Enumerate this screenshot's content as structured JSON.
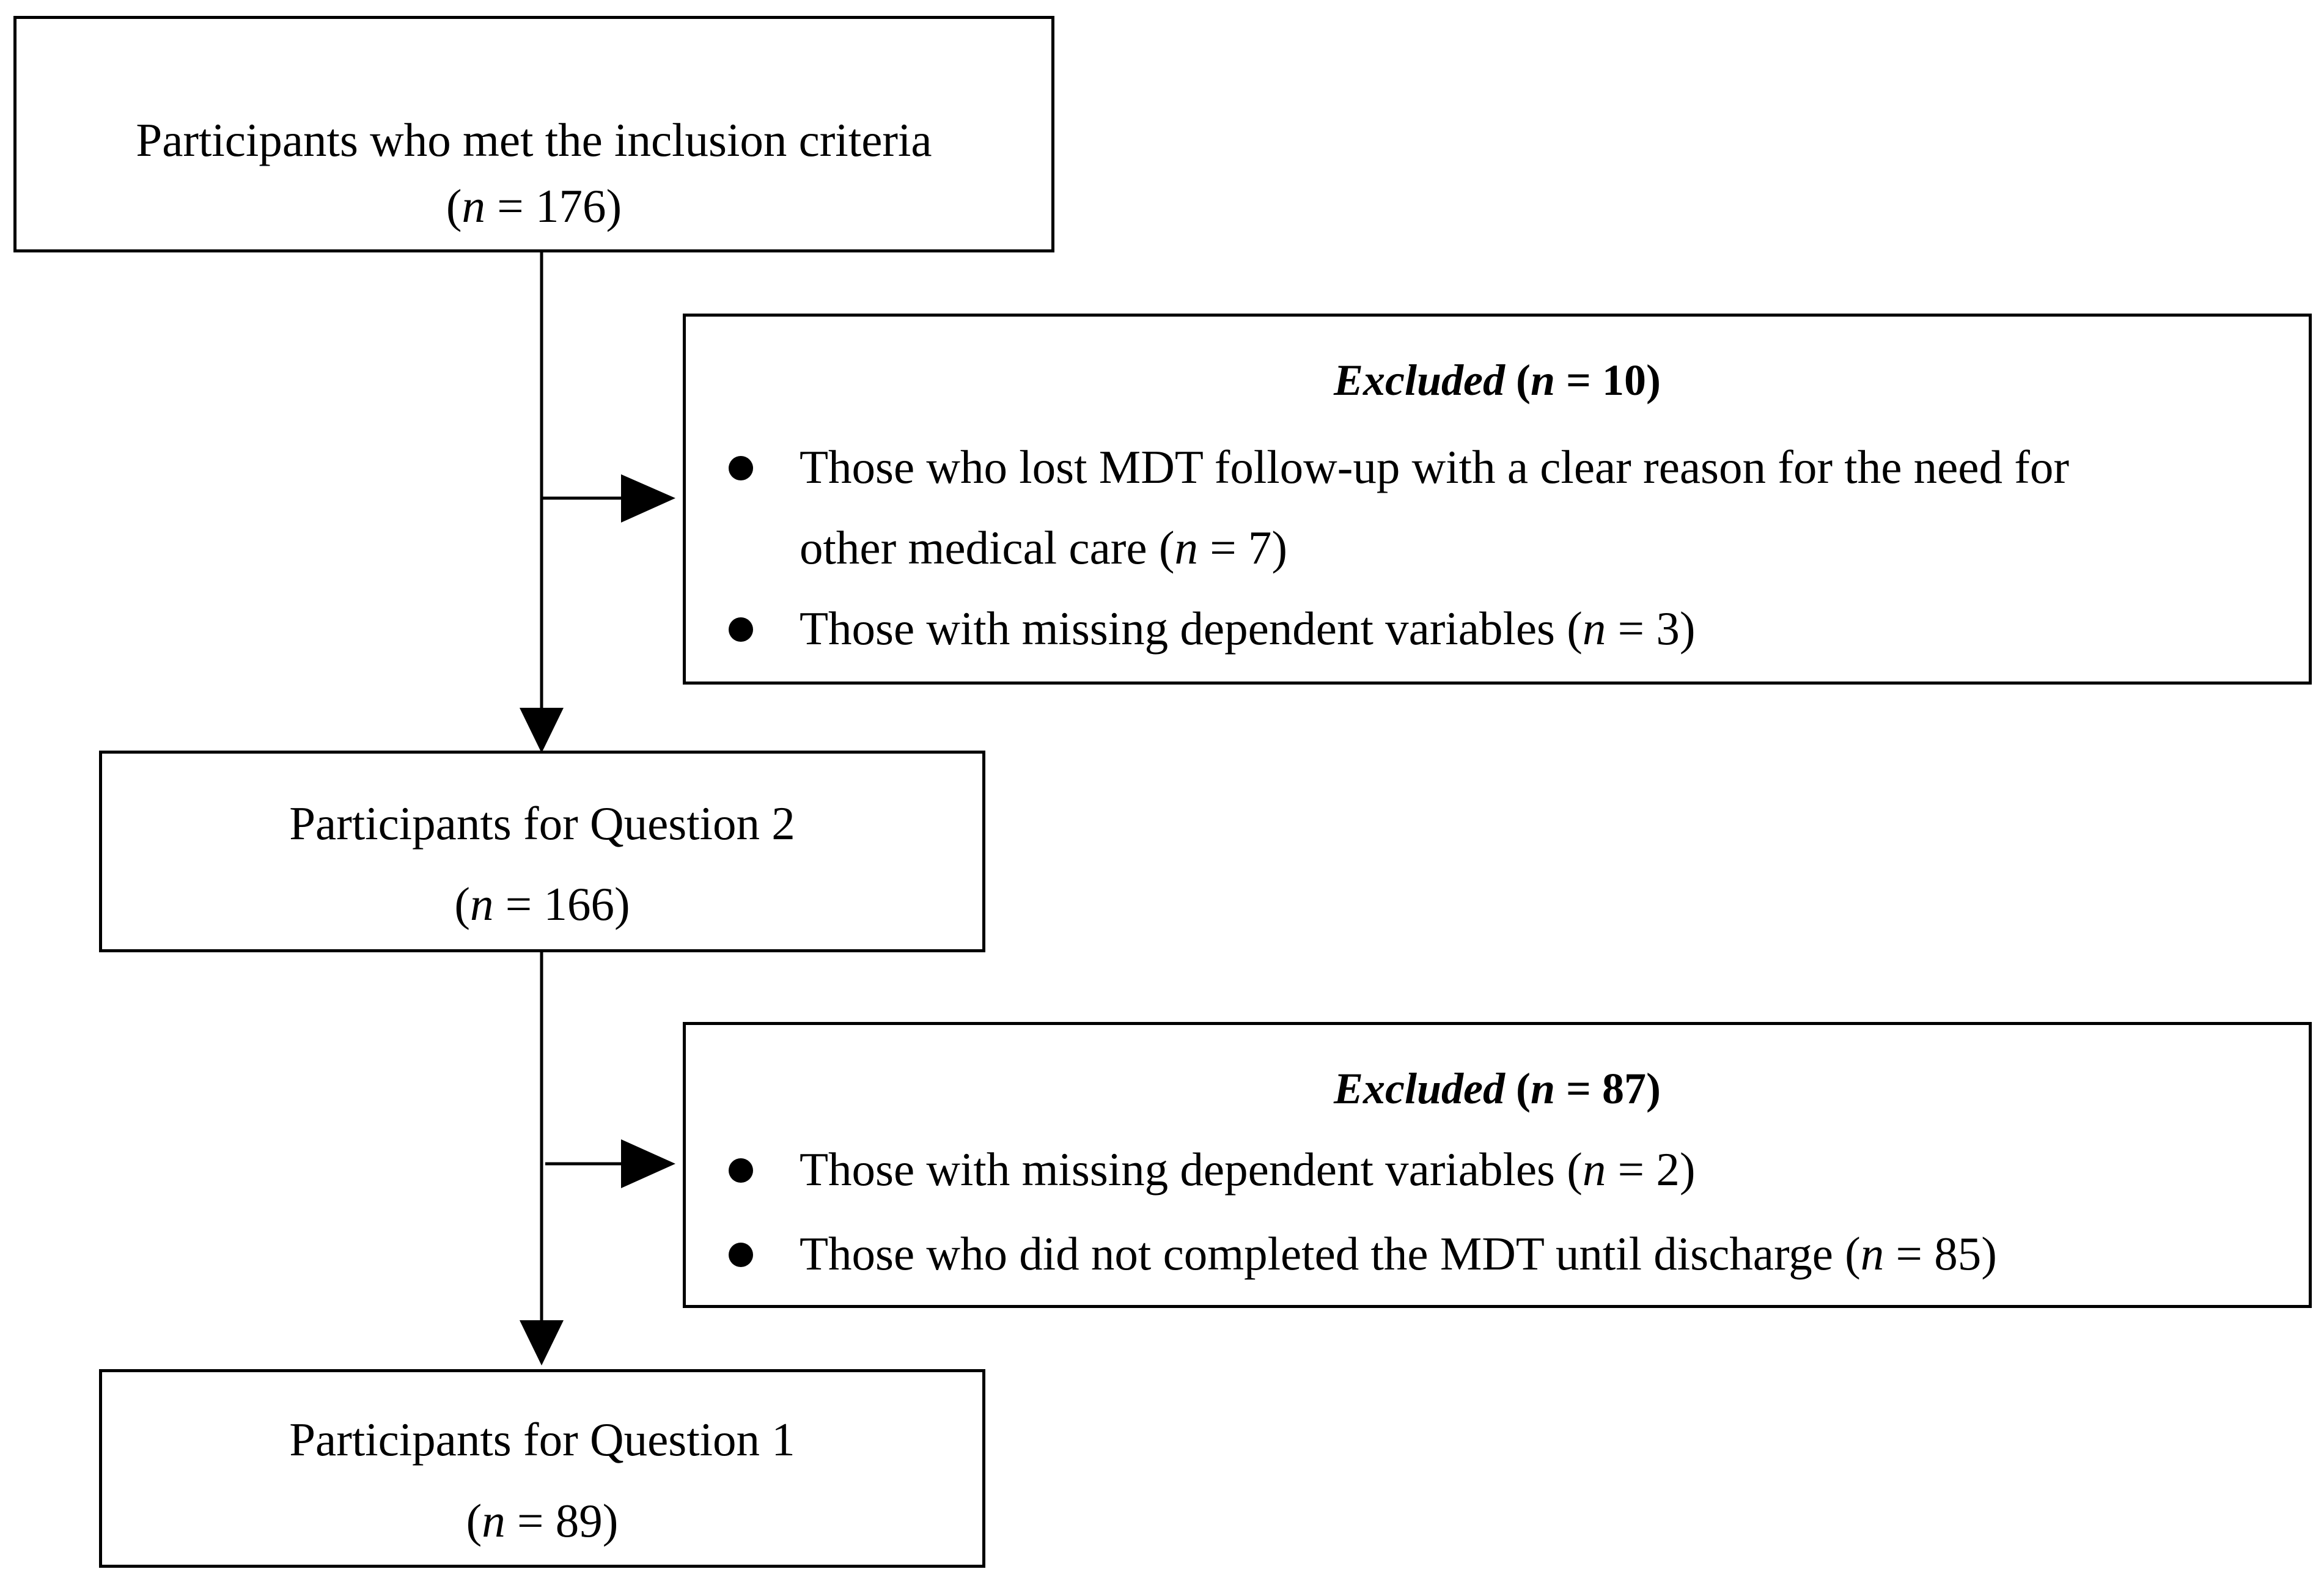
{
  "flow": {
    "box_initial": {
      "line1": "Participants who met the inclusion criteria",
      "n_prefix": "(",
      "n_var": "n",
      "n_value": " = 176)"
    },
    "exclusion_1": {
      "title_word": "Excluded",
      "title_open": " (",
      "title_var": "n",
      "title_value": " = 10)",
      "items": [
        {
          "line1": "Those who lost MDT follow-up with a clear reason for the need for",
          "line2_text": "other medical care (",
          "line2_var": "n",
          "line2_value": " = 7)"
        },
        {
          "text": "Those with missing dependent variables (",
          "var": "n",
          "value": " = 3)"
        }
      ]
    },
    "box_question2": {
      "line1": "Participants for Question 2",
      "n_prefix": "(",
      "n_var": "n",
      "n_value": " = 166)"
    },
    "exclusion_2": {
      "title_word": "Excluded",
      "title_open": " (",
      "title_var": "n",
      "title_value": " = 87)",
      "items": [
        {
          "text": "Those with missing dependent variables (",
          "var": "n",
          "value": " = 2)"
        },
        {
          "text": "Those who did not completed the MDT until discharge (",
          "var": "n",
          "value": " = 85)"
        }
      ]
    },
    "box_question1": {
      "line1": "Participants for Question 1",
      "n_prefix": "(",
      "n_var": "n",
      "n_value": " = 89)"
    }
  }
}
